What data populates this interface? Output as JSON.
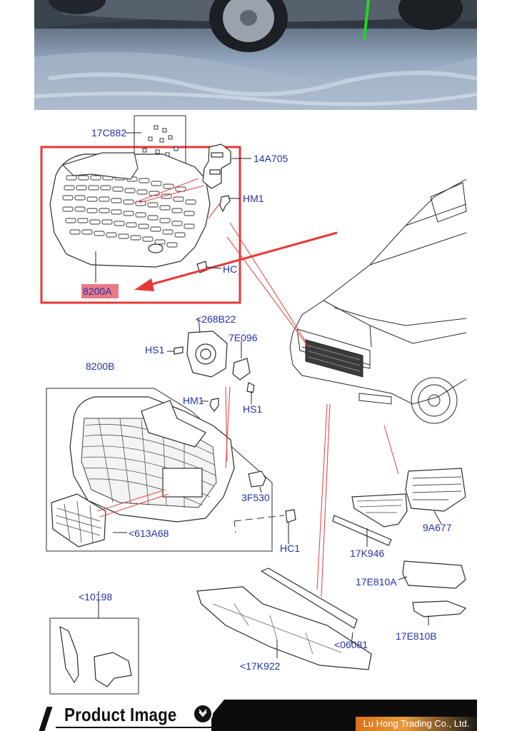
{
  "diagram": {
    "callouts": {
      "c17C882": "17C882",
      "c14A705": "14A705",
      "cHM1a": "HM1",
      "cHC": "HC",
      "c8200A": "8200A",
      "c268B22": "<268B22",
      "c7E096": "7E096",
      "cHS1a": "HS1",
      "cHS1b": "HS1",
      "c8200B": "8200B",
      "cHM1b": "HM1",
      "c3F530": "3F530",
      "c613A68": "<613A68",
      "cHC1": "HC1",
      "c9A677": "9A677",
      "c17K946": "17K946",
      "c17E810A": "17E810A",
      "c17E810B": "17E810B",
      "c10198": "<10198",
      "c06081": "<06081",
      "c17K922": "<17K922"
    },
    "colors": {
      "callout": "#2330a8",
      "highlight_box": "#e53935",
      "leader_red": "#e24c4c"
    }
  },
  "footer": {
    "title": "Product Image",
    "company": "Lu Hong Trading Co., Ltd.",
    "icon": "check-circle-icon"
  }
}
